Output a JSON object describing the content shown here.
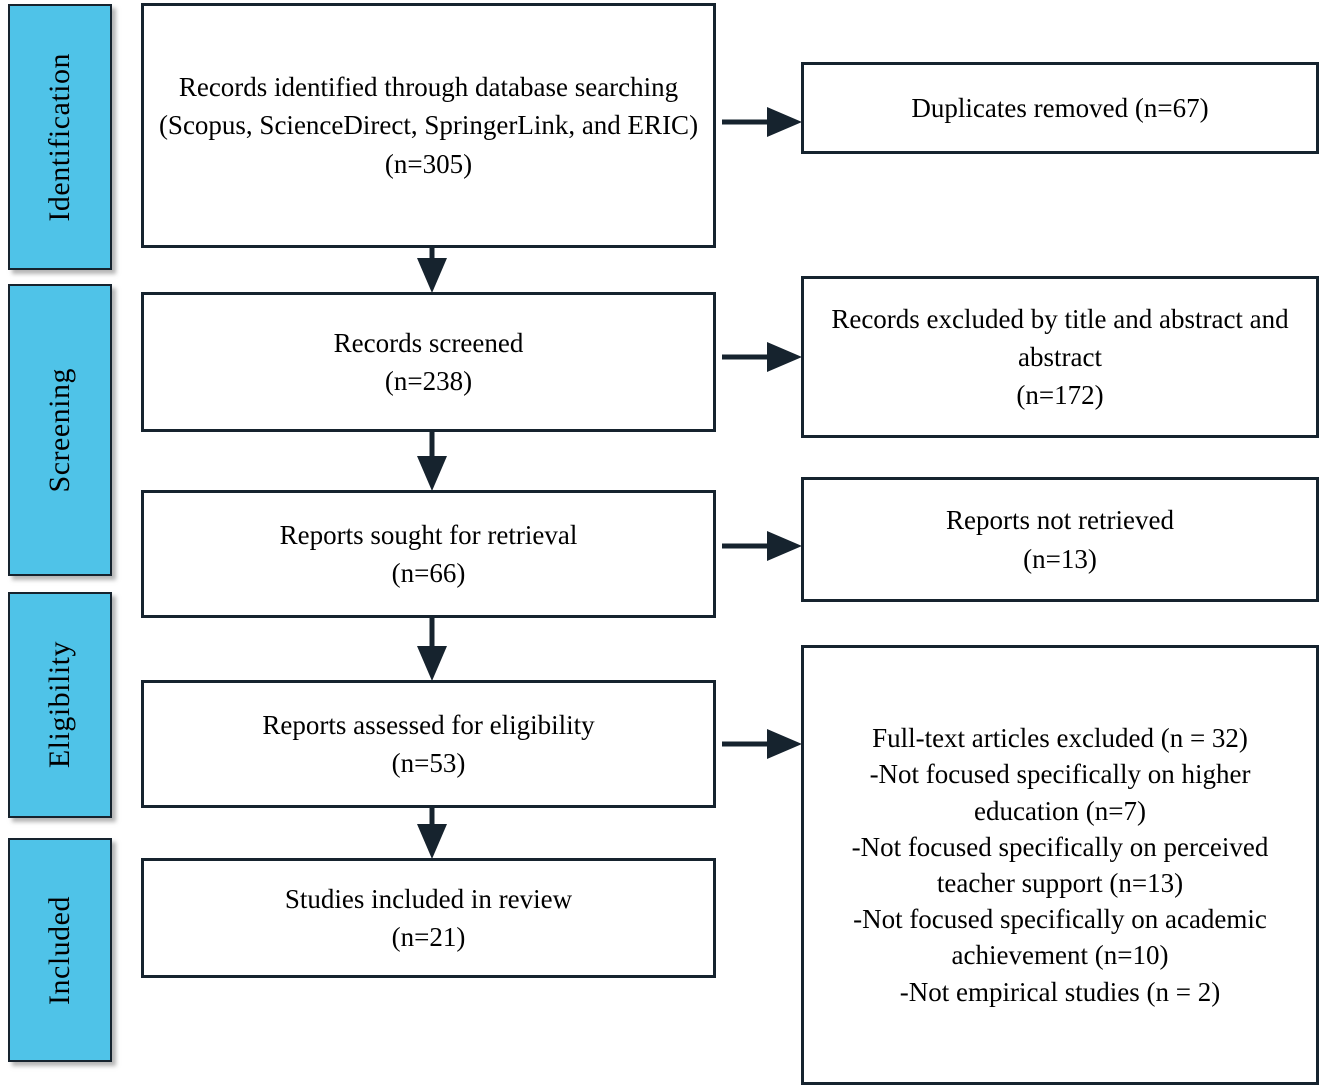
{
  "diagram": {
    "type": "prisma-flow-diagram",
    "accent_color": "#4FC3E8",
    "border_color": "#16232e",
    "stages": [
      {
        "label": "Identification"
      },
      {
        "label": "Screening"
      },
      {
        "label": "Eligibility"
      },
      {
        "label": "Included"
      }
    ],
    "main_boxes": [
      {
        "text": "Records identified through database searching (Scopus, ScienceDirect, SpringerLink, and ERIC)\n(n=305)"
      },
      {
        "text": "Records screened\n(n=238)"
      },
      {
        "text": "Reports sought for retrieval\n(n=66)"
      },
      {
        "text": "Reports assessed for eligibility\n(n=53)"
      },
      {
        "text": "Studies included in review\n(n=21)"
      }
    ],
    "side_boxes": [
      {
        "text": "Duplicates removed (n=67)"
      },
      {
        "text": "Records excluded by title and abstract and abstract\n(n=172)"
      },
      {
        "text": "Reports not retrieved\n(n=13)"
      },
      {
        "text": "Full-text articles excluded (n = 32)\n-Not focused specifically on higher education (n=7)\n-Not focused specifically on perceived teacher support (n=13)\n-Not focused specifically on academic achievement (n=10)\n-Not empirical studies (n = 2)"
      }
    ]
  }
}
